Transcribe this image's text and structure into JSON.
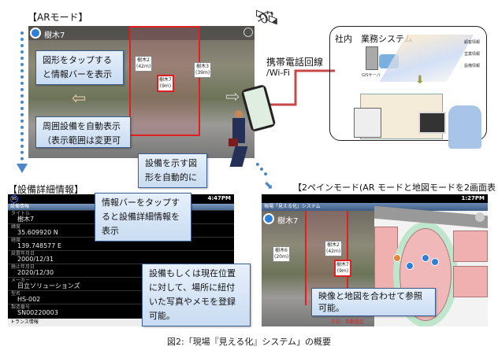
{
  "ar_mode": {
    "heading": "【ARモード】",
    "item_title": "樹木7",
    "pins": [
      {
        "name": "樹木2",
        "dist": "(42m)"
      },
      {
        "name": "樹木7",
        "dist": "(9m)"
      },
      {
        "name": "樹木3",
        "dist": "(39m)"
      }
    ]
  },
  "callouts": {
    "tap_shape": "図形をタップすると情報バーを表示",
    "auto_display": "周囲設備を自動表示（表示範囲は変更可",
    "auto_shape": "設備を示す図形を自動的に",
    "tap_infobar": "情報バーをタップすると設備詳細情報を表示",
    "register": "設備もしくは現在位置に対して、場所に紐付いた写真やメモを登録可能。",
    "map_ref": "映像と地図を合わせて参照可能。"
  },
  "network": {
    "line_label": "携帯電話回線",
    "wifi_label": "/Wi-Fi"
  },
  "company": {
    "title": "社内　業務システム",
    "layers": [
      "顧客情報",
      "営業情報",
      "設備情報"
    ],
    "server_label": "GISサーバ"
  },
  "detail": {
    "heading": "【設備詳細情報】",
    "badge": "95",
    "time": "4:47PM",
    "bar_title": "設備情報",
    "footer": "トランス情報",
    "fields": [
      {
        "label": "タイトル",
        "value": "樹木7"
      },
      {
        "label": "緯度",
        "value": "35.609920 N"
      },
      {
        "label": "経度",
        "value": "139.748577 E"
      },
      {
        "label": "設置年月日",
        "value": "2000/12/31"
      },
      {
        "label": "廃止年月日",
        "value": "2020/12/30"
      },
      {
        "label": "メーカー",
        "value": "日立ソリューションズ"
      },
      {
        "label": "型名",
        "value": "HS-002"
      },
      {
        "label": "製造番号",
        "value": "SN00220003"
      }
    ]
  },
  "two_pane": {
    "heading": "【2ペインモード(AR モードと地図モードを2画面表",
    "time": "1:27PM",
    "app_title": "現場「見える化」システム",
    "item_title": "樹木7",
    "pins": [
      {
        "name": "樹木6",
        "dist": "(20m)"
      },
      {
        "name": "樹木2",
        "dist": "(42m)"
      },
      {
        "name": "樹木7",
        "dist": "(9m)"
      }
    ],
    "status_text": "方位：手動設定"
  },
  "caption": "図2:「現場『見える化』システム」の概要",
  "colors": {
    "callout_border": "#3b5f95",
    "link_red": "#c84848",
    "dots": "#4a86c8"
  }
}
